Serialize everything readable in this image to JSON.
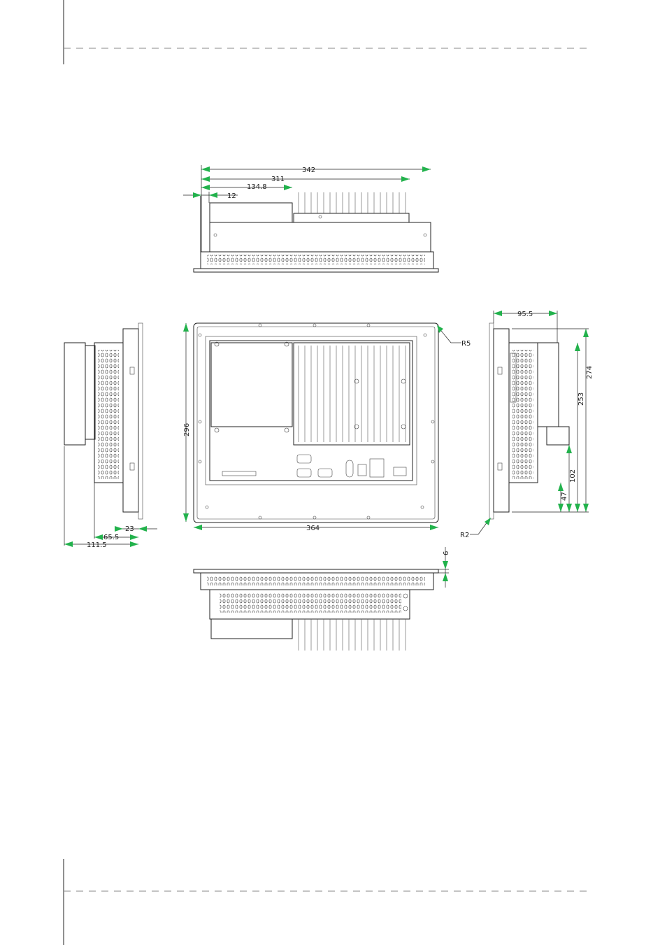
{
  "dimensions": {
    "top_width_overall": "342",
    "top_width_inner": "311",
    "top_offset_a": "134.8",
    "top_offset_b": "12",
    "front_height": "296",
    "front_width": "364",
    "corner_radius_front": "R5",
    "corner_radius_side": "R2",
    "right_depth": "95.5",
    "right_h_274": "274",
    "right_h_253": "253",
    "right_h_102": "102",
    "right_h_47": "47",
    "left_depth_23": "23",
    "left_depth_65": "65.5",
    "left_depth_111": "111.5",
    "bottom_flange": "6"
  },
  "colors": {
    "arrow": "#22b24c",
    "line": "#222222"
  }
}
